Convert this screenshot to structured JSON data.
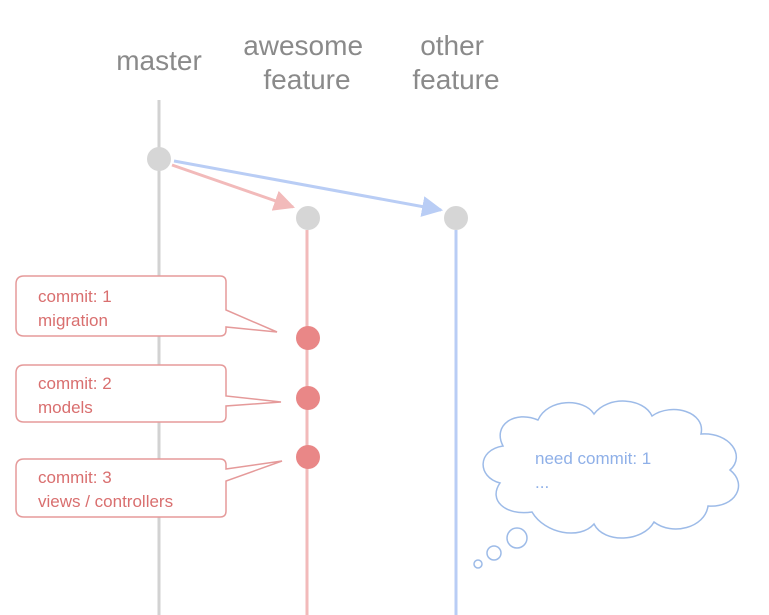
{
  "branches": {
    "master": {
      "label_lines": [
        "master"
      ],
      "color": "#d2d2d2"
    },
    "awesome": {
      "label_lines": [
        "awesome",
        "feature"
      ],
      "color": "#f2baba"
    },
    "other": {
      "label_lines": [
        "other",
        "feature"
      ],
      "color": "#b9cdf5"
    }
  },
  "commit_colors": {
    "base": "#d6d6d6",
    "feature": "#e98787"
  },
  "callouts": [
    {
      "lines": [
        "commit: 1",
        "migration"
      ]
    },
    {
      "lines": [
        "commit: 2",
        "models"
      ]
    },
    {
      "lines": [
        "commit: 3",
        "views / controllers"
      ]
    }
  ],
  "thought": {
    "lines": [
      "need commit: 1",
      "..."
    ]
  },
  "accent_colors": {
    "callout_border": "#e59a9a",
    "callout_text": "#d96f6f",
    "thought_border": "#9dbbe8",
    "thought_text": "#8fb0e8"
  }
}
